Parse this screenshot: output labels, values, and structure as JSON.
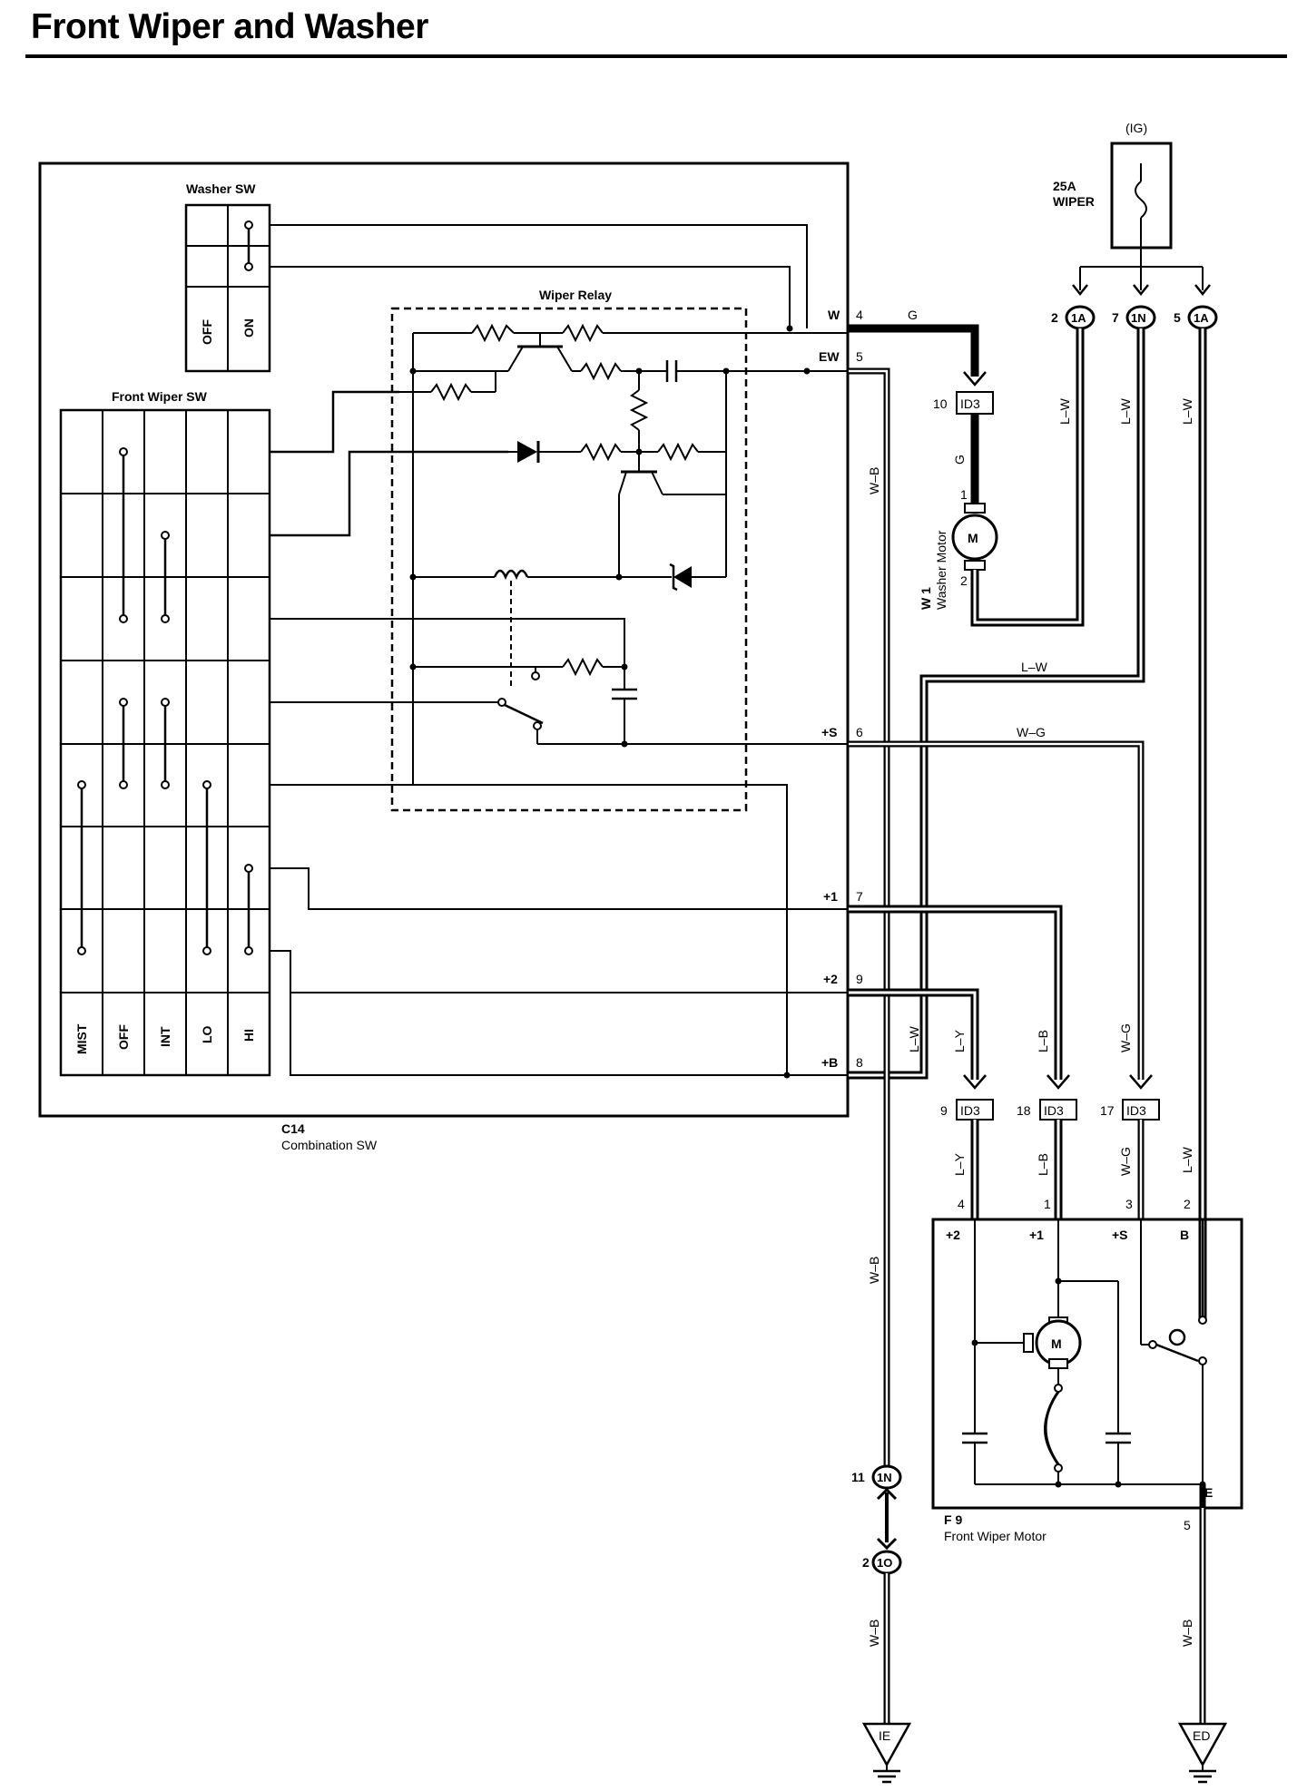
{
  "title": "Front Wiper and Washer",
  "fuse": {
    "source": "(IG)",
    "rating": "25A",
    "name": "WIPER"
  },
  "washer_sw": {
    "title": "Washer SW",
    "positions": [
      "OFF",
      "ON"
    ]
  },
  "front_wiper_sw": {
    "title": "Front Wiper SW",
    "positions": [
      "MIST",
      "OFF",
      "INT",
      "LO",
      "HI"
    ]
  },
  "wiper_relay": {
    "title": "Wiper Relay"
  },
  "combination_sw": {
    "id": "C14",
    "name": "Combination SW"
  },
  "c14_terminals": [
    {
      "name": "W",
      "pin": "4"
    },
    {
      "name": "EW",
      "pin": "5"
    },
    {
      "name": "+S",
      "pin": "6"
    },
    {
      "name": "+1",
      "pin": "7"
    },
    {
      "name": "+2",
      "pin": "9"
    },
    {
      "name": "+B",
      "pin": "8"
    }
  ],
  "wire_colors": {
    "g": "G",
    "w_b": "W–B",
    "l_w": "L–W",
    "w_g": "W–G",
    "l_y": "L–Y",
    "l_b": "L–B"
  },
  "junction_connectors": {
    "j1a_a": {
      "pin": "2",
      "code": "1A"
    },
    "j1n_top": {
      "pin": "7",
      "code": "1N"
    },
    "j1a_b": {
      "pin": "5",
      "code": "1A"
    },
    "j1n_bottom": {
      "pin": "11",
      "code": "1N"
    },
    "j1o": {
      "pin": "2",
      "code": "1O"
    }
  },
  "id3_connectors": [
    {
      "pin": "10",
      "code": "ID3"
    },
    {
      "pin": "9",
      "code": "ID3"
    },
    {
      "pin": "18",
      "code": "ID3"
    },
    {
      "pin": "17",
      "code": "ID3"
    }
  ],
  "washer_motor": {
    "id": "W 1",
    "name": "Washer Motor",
    "pins": [
      "1",
      "2"
    ],
    "symbol": "M"
  },
  "front_wiper_motor": {
    "id": "F 9",
    "name": "Front Wiper Motor",
    "terminals": [
      "+2",
      "+1",
      "+S",
      "B",
      "E"
    ],
    "pins": [
      "4",
      "1",
      "3",
      "2",
      "5"
    ],
    "symbol": "M"
  },
  "grounds": [
    "IE",
    "ED"
  ]
}
